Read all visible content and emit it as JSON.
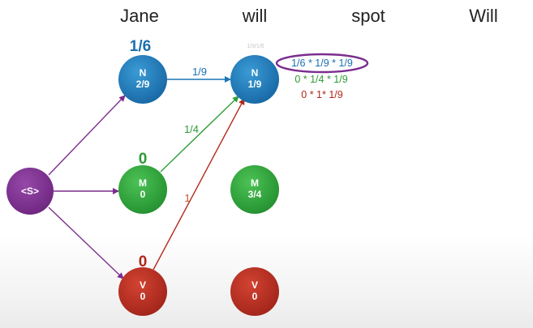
{
  "words": [
    "Jane",
    "will",
    "spot",
    "Will"
  ],
  "start_label": "<S>",
  "nodes": {
    "jane_n": {
      "tag": "N",
      "value": "2/9"
    },
    "jane_m": {
      "tag": "M",
      "value": "0"
    },
    "jane_v": {
      "tag": "V",
      "value": "0"
    },
    "will_n": {
      "tag": "N",
      "value": "1/9"
    },
    "will_m": {
      "tag": "M",
      "value": "3/4"
    },
    "will_v": {
      "tag": "V",
      "value": "0"
    }
  },
  "scores": {
    "jane_n": "1/6",
    "jane_m": "0",
    "jane_v": "0"
  },
  "edge_labels": {
    "n_to_n": "1/9",
    "m_to_n": "1/4",
    "v_to_n": "1"
  },
  "faint_label": "1/9/1/6",
  "calculations": {
    "from_n": "1/6 * 1/9 * 1/9",
    "from_m": "0 * 1/4 * 1/9",
    "from_v": "0 * 1* 1/9"
  },
  "colors": {
    "blue": "#1a77b4",
    "green": "#2f9e3a",
    "red": "#b22a1c",
    "purple": "#7b2d8e",
    "text_blue": "#1a6fb0",
    "text_green": "#2e9a35",
    "text_red": "#b0271a"
  }
}
